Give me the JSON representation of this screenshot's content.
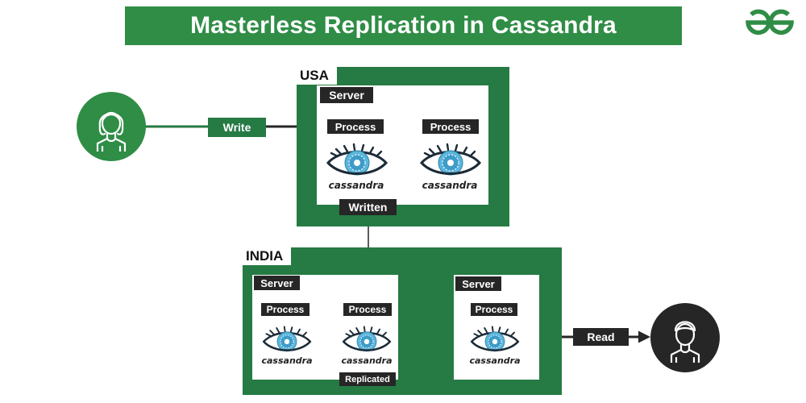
{
  "title": "Masterless Replication in Cassandra",
  "logo": {
    "icon": "geeksforgeeks-logo-icon"
  },
  "colors": {
    "brand_green": "#2f8d46",
    "region_green": "#267a43",
    "tag_dark": "#262626",
    "user_dark": "#262626"
  },
  "usa": {
    "label": "USA",
    "server_label": "Server",
    "processes": [
      {
        "label": "Process",
        "logo_text": "cassandra"
      },
      {
        "label": "Process",
        "logo_text": "cassandra"
      }
    ],
    "written_label": "Written"
  },
  "india": {
    "label": "INDIA",
    "server_a": {
      "server_label": "Server",
      "processes": [
        {
          "label": "Process",
          "logo_text": "cassandra"
        },
        {
          "label": "Process",
          "logo_text": "cassandra"
        }
      ],
      "replicated_label": "Replicated"
    },
    "server_b": {
      "server_label": "Server",
      "processes": [
        {
          "label": "Process",
          "logo_text": "cassandra"
        }
      ]
    }
  },
  "writer": {
    "icon": "female-user-icon",
    "edge_label": "Write"
  },
  "reader": {
    "icon": "male-user-icon",
    "edge_label": "Read"
  }
}
